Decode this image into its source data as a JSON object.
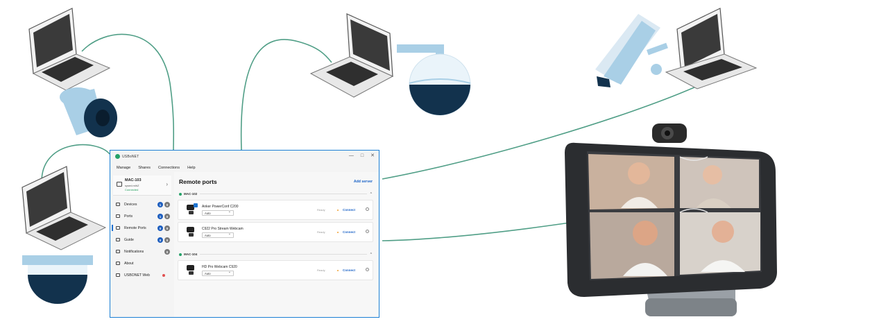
{
  "app": {
    "name": "USBoNET"
  },
  "menu": [
    "Manage",
    "Shares",
    "Connections",
    "Help"
  ],
  "server": {
    "name": "MAC-103",
    "user": "sysed.mihZ",
    "status": "Connected"
  },
  "nav": [
    {
      "label": "Devices",
      "badges": [
        "1",
        "0"
      ]
    },
    {
      "label": "Ports",
      "badges": [
        "1",
        "0"
      ]
    },
    {
      "label": "Remote Ports",
      "badges": [
        "0",
        "0"
      ]
    },
    {
      "label": "Guide",
      "badges": [
        "0",
        "0"
      ]
    },
    {
      "label": "Notifications",
      "badges": [
        "0"
      ]
    },
    {
      "label": "About",
      "badges": []
    },
    {
      "label": "USBONET Web",
      "badges": []
    }
  ],
  "main": {
    "title": "Remote ports",
    "add_server": "Add server",
    "groups": [
      {
        "name": "MAC-102",
        "devices": [
          {
            "name": "Anker PowerConf C200",
            "mode": "Auto",
            "status": "Ready",
            "action": "Connect"
          },
          {
            "name": "C922 Pro Stream Webcam",
            "mode": "Auto",
            "status": "Ready",
            "action": "Connect"
          }
        ]
      },
      {
        "name": "MAC-104",
        "devices": [
          {
            "name": "HD Pro Webcam C920",
            "mode": "Auto",
            "status": "Ready",
            "action": "Connect"
          }
        ]
      }
    ]
  },
  "colors": {
    "accent": "#1b63c7",
    "line": "#4f9e86",
    "window_border": "#1b7fd4",
    "camera_blue": "#a9cfe6",
    "camera_navy": "#12324d"
  }
}
